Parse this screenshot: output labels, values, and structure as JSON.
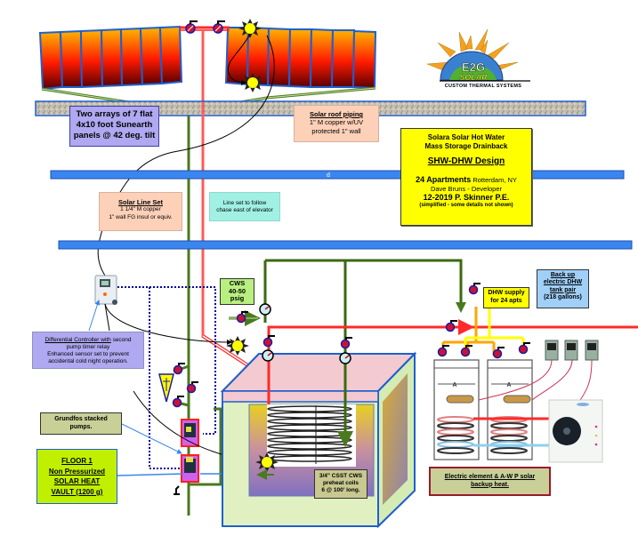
{
  "logo": {
    "brand": "E2G",
    "brand_sub": "SOLAR",
    "tagline": "CUSTOM THERMAL SYSTEMS"
  },
  "beam_label": "d",
  "labels": {
    "arrays": [
      "Two arrays of 7 flat",
      "4x10 foot Sunearth",
      "panels @ 42 deg. tilt"
    ],
    "roof_piping": {
      "title": "Solar roof piping",
      "lines": [
        "1\"  M copper w/UV",
        "protected 1\" wall"
      ]
    },
    "line_set": {
      "title": "Solar Line Set",
      "lines": [
        "1 1/4\"  M copper",
        "1\" wall FG insul or equiv."
      ]
    },
    "chase": [
      "Line set to follow",
      "chase east of elevator"
    ],
    "design": {
      "line1": "Solara Solar Hot Water",
      "line2": "Mass Storage Drainback",
      "title": "SHW-DHW Design",
      "project_bold": "24 Apartments",
      "project_loc": " Rotterdam, NY",
      "developer": "Dave Bruns - Developer",
      "engineer": "12-2019  P. Skinner P.E.",
      "note": "(simplified - some details not shown)"
    },
    "cws": [
      "CWS",
      "40-50",
      "psig"
    ],
    "dhw_supply": [
      "DHW supply",
      "for 24 apts"
    ],
    "backup_tanks": [
      "Back up",
      "electric DHW",
      "tank pair",
      "(218 gallons)"
    ],
    "controller": {
      "underlined": "Differential Controller  with",
      "rest": " second",
      "lines": [
        "pump timer relay",
        "Enhanced sensor set to prevent",
        "accidental cold night operation."
      ]
    },
    "pumps": [
      "Grundfos stacked",
      "pumps."
    ],
    "vault": [
      "FLOOR  1",
      "Non Pressurized",
      "SOLAR HEAT",
      "VAULT   (1200 g)"
    ],
    "coils": [
      "3/4\" CSST CWS",
      "preheat coils",
      "6 @ 100' long."
    ],
    "backup_heat": [
      "Electric element & A-W P solar",
      "backup heat."
    ],
    "tank_dim": "A"
  },
  "colors": {
    "hot_pipe": "#ff2a2a",
    "cold_pipe": "#4a7a1e",
    "dhw_pipe": "#ffa500",
    "beam": "#3a86f0",
    "control_wire": "#000099",
    "design_box": "#ffff00"
  }
}
